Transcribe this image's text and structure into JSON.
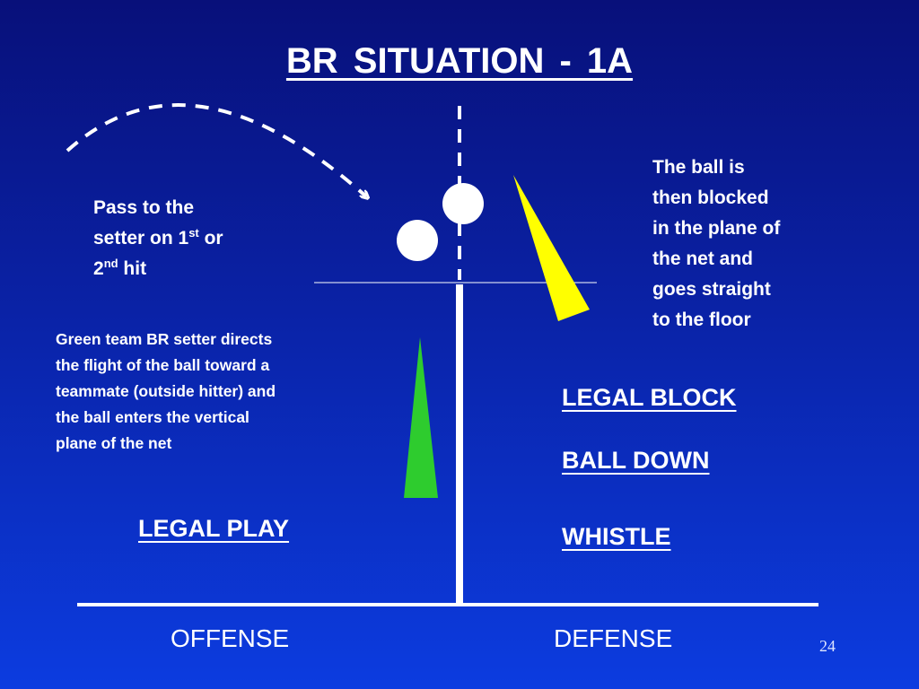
{
  "slide": {
    "title": "BR  SITUATION  -  1A",
    "pass_text": {
      "line1": "Pass to the",
      "line2_pre": "setter on 1",
      "line2_sup": "st",
      "line2_post": " or",
      "line3_pre": "2",
      "line3_sup": "nd",
      "line3_post": " hit"
    },
    "block_text": [
      "The ball is",
      "then  blocked",
      "in the plane of",
      "the net and",
      "goes straight",
      "to the floor"
    ],
    "green_text": [
      "Green team BR setter directs",
      "the flight of the ball toward  a",
      "teammate (outside hitter) and",
      "the ball enters the vertical",
      "plane of the net"
    ],
    "legal_play": "LEGAL PLAY",
    "legal_block": "LEGAL BLOCK",
    "ball_down": "BALL DOWN",
    "whistle": "WHISTLE",
    "offense": "OFFENSE",
    "defense": "DEFENSE",
    "page_number": "24"
  },
  "colors": {
    "background_top": "#08107a",
    "background_bottom": "#0c3ce0",
    "text": "#ffffff",
    "offense_arrow": "#2ecc2e",
    "defense_block": "#ffff00"
  }
}
